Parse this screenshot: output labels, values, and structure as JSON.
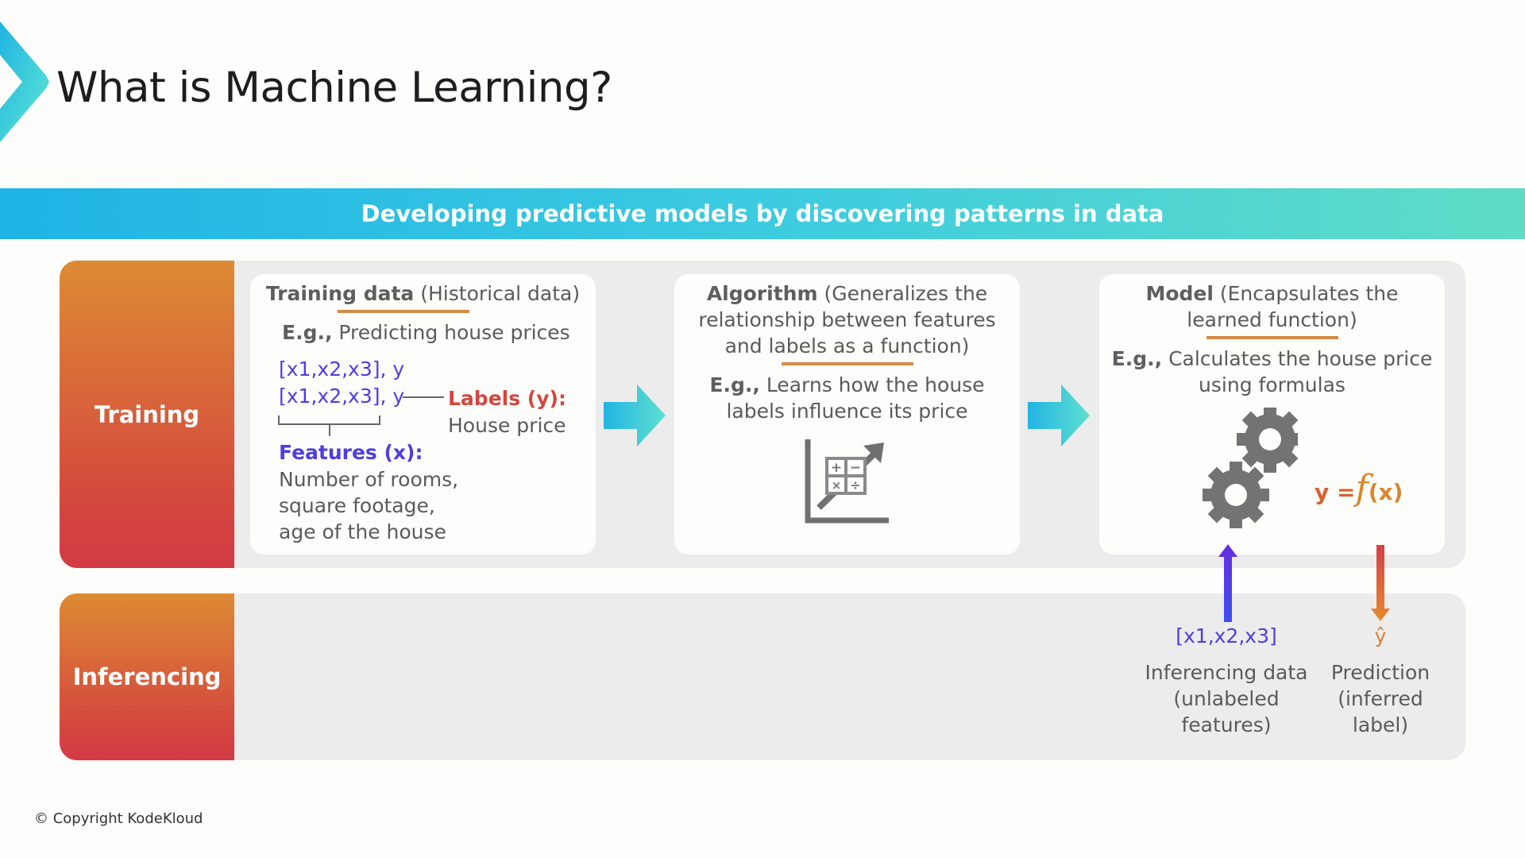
{
  "title": "What is Machine Learning?",
  "banner": "Developing predictive models by discovering patterns in data",
  "training": {
    "label": "Training",
    "data_card": {
      "title_bold": "Training data",
      "title_rest": " (Historical data)",
      "eg_bold": "E.g.,",
      "eg_rest": " Predicting house prices",
      "row1": "[x1,x2,x3], y",
      "row2": "[x1,x2,x3], y",
      "labels_title": "Labels (y):",
      "labels_desc": "House price",
      "features_title": "Features (x):",
      "features_lines": [
        "Number of rooms,",
        "square footage,",
        "age of the house"
      ]
    },
    "algorithm_card": {
      "title_bold": "Algorithm",
      "title_rest": " (Generalizes the relationship between features and labels as a function)",
      "eg_bold": "E.g.,",
      "eg_rest": " Learns how the house labels influence its price",
      "icon": "calculator-chart-icon"
    },
    "model_card": {
      "title_bold": "Model",
      "title_rest": " (Encapsulates the learned function)",
      "eg_bold": "E.g.,",
      "eg_rest": " Calculates the house price using formulas",
      "formula_y": "y =",
      "formula_f": "f",
      "formula_x": "(x)",
      "icon": "gears-icon"
    }
  },
  "inferencing": {
    "label": "Inferencing",
    "input": "[x1,x2,x3]",
    "input_desc": [
      "Inferencing data",
      "(unlabeled",
      "features)"
    ],
    "output": "ŷ",
    "output_desc": [
      "Prediction",
      "(inferred",
      "label)"
    ]
  },
  "copyright": "© Copyright KodeKloud",
  "colors": {
    "purple": "#4e3ee0",
    "orange": "#d9772f",
    "red": "#d3473e"
  }
}
